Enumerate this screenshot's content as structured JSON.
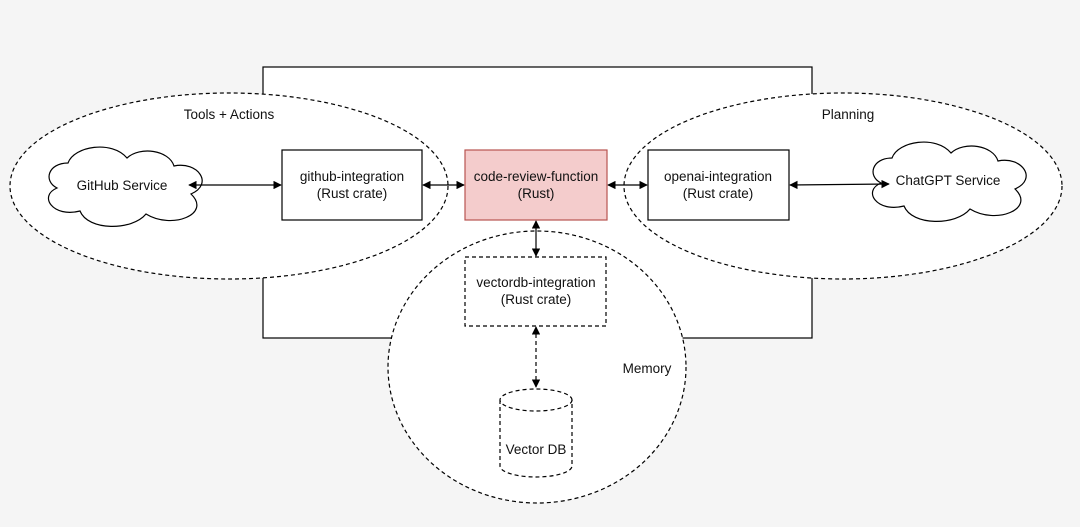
{
  "colors": {
    "background": "#f5f5f5",
    "stroke": "#000000",
    "box_fill": "#ffffff",
    "highlight_fill": "#f4cccc",
    "highlight_stroke": "#b85450"
  },
  "groups": {
    "tools_actions": "Tools + Actions",
    "planning": "Planning",
    "memory": "Memory"
  },
  "nodes": {
    "github_service": "GitHub Service",
    "github_integration": {
      "line1": "github-integration",
      "line2": "(Rust crate)"
    },
    "code_review": {
      "line1": "code-review-function",
      "line2": "(Rust)"
    },
    "openai_integration": {
      "line1": "openai-integration",
      "line2": "(Rust crate)"
    },
    "chatgpt_service": "ChatGPT Service",
    "vectordb_integration": {
      "line1": "vectordb-integration",
      "line2": "(Rust crate)"
    },
    "vector_db": "Vector DB"
  }
}
